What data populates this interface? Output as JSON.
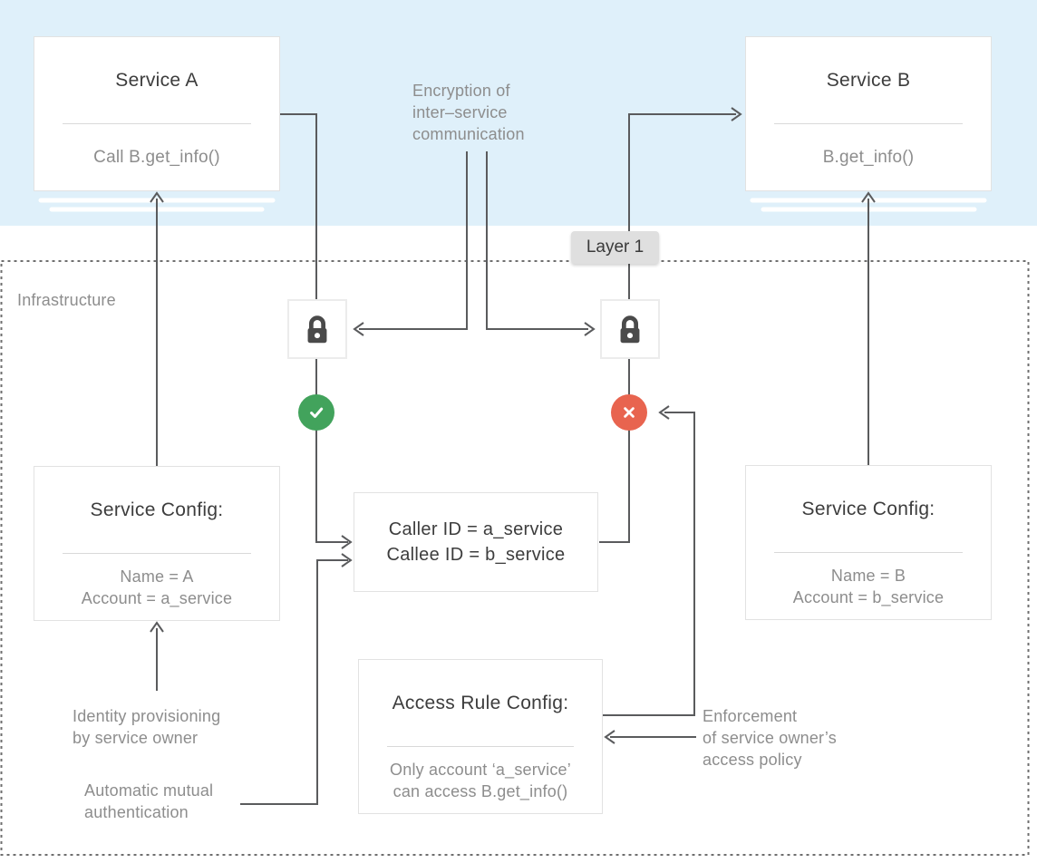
{
  "diagram": {
    "infrastructure_label": "Infrastructure",
    "layer_badge": "Layer 1"
  },
  "nodes": {
    "service_a": {
      "title": "Service A",
      "subtitle": "Call B.get_info()"
    },
    "service_b": {
      "title": "Service B",
      "subtitle": "B.get_info()"
    },
    "service_config_a": {
      "title": "Service Config:",
      "lines": [
        "Name = A",
        "Account = a_service"
      ]
    },
    "service_config_b": {
      "title": "Service Config:",
      "lines": [
        "Name = B",
        "Account = b_service"
      ]
    },
    "identity_exchange": {
      "lines": [
        "Caller ID = a_service",
        "Callee ID = b_service"
      ]
    },
    "access_rule": {
      "title": "Access Rule Config:",
      "lines": [
        "Only account ‘a_service’",
        "can access B.get_info()"
      ]
    }
  },
  "annotations": {
    "encryption": [
      "Encryption of",
      "inter–service",
      "communication"
    ],
    "identity_provisioning": [
      "Identity provisioning",
      "by service owner"
    ],
    "mutual_auth": [
      "Automatic mutual",
      "authentication"
    ],
    "enforcement": [
      "Enforcement",
      "of service owner’s",
      "access policy"
    ]
  },
  "icons": {
    "lock_left": "lock-icon",
    "lock_right": "lock-icon",
    "allowed": "check-icon",
    "denied": "x-icon"
  },
  "colors": {
    "top_band": "#dff0fa",
    "line": "#5a5b5d",
    "allowed_green": "#42a35c",
    "denied_red": "#e8644f",
    "badge_bg": "#dfdfdf",
    "text_dark": "#3d3d3d",
    "text_gray": "#8d8d8d"
  }
}
